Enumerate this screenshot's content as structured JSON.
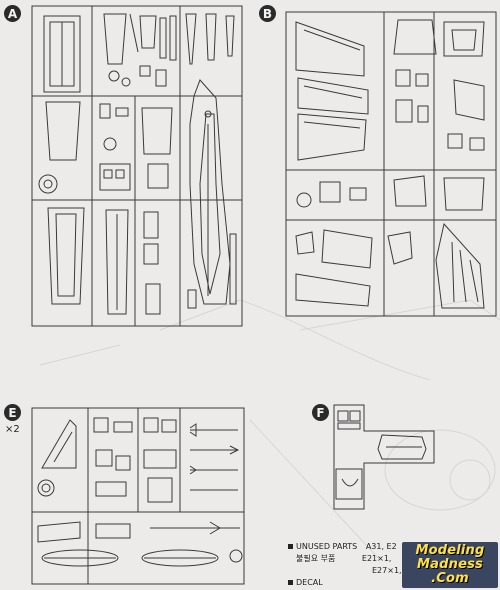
{
  "sprues": [
    {
      "id": "A",
      "label": "A"
    },
    {
      "id": "B",
      "label": "B"
    },
    {
      "id": "E",
      "label": "E",
      "quantity": "×2"
    },
    {
      "id": "F",
      "label": "F"
    }
  ],
  "unused_parts": {
    "label": "UNUSED PARTS",
    "list_start": "A31, E2",
    "korean_label": "불필요 부품",
    "line_e21": "E21×1,",
    "line_e27": "E27×1,"
  },
  "decal_label": "DECAL",
  "watermark": {
    "line1": "Modeling",
    "line2": "Madness",
    "line3": ".Com"
  }
}
